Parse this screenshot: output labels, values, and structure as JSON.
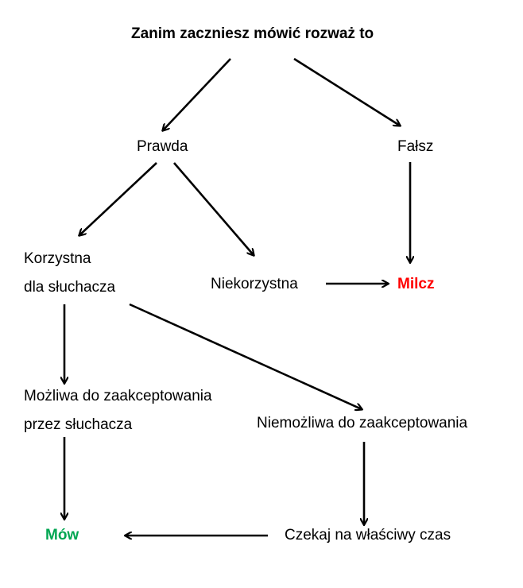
{
  "nodes": {
    "title": "Zanim zaczniesz mówić rozważ to",
    "prawda": "Prawda",
    "falsz": "Fałsz",
    "korzystna_line1": "Korzystna",
    "korzystna_line2": "dla słuchacza",
    "niekorzystna": "Niekorzystna",
    "milcz": "Milcz",
    "mozliwa_line1": "Możliwa do zaakceptowania",
    "mozliwa_line2": "przez słuchacza",
    "niemozliwa": "Niemożliwa do zaakceptowania",
    "mow": "Mów",
    "czekaj": "Czekaj na właściwy czas"
  },
  "colors": {
    "milcz": "#ff0000",
    "mow": "#00a651",
    "arrow": "#000000"
  },
  "edges": [
    {
      "from": "title",
      "to": "prawda"
    },
    {
      "from": "title",
      "to": "falsz"
    },
    {
      "from": "prawda",
      "to": "korzystna"
    },
    {
      "from": "prawda",
      "to": "niekorzystna"
    },
    {
      "from": "falsz",
      "to": "milcz"
    },
    {
      "from": "niekorzystna",
      "to": "milcz"
    },
    {
      "from": "korzystna",
      "to": "mozliwa"
    },
    {
      "from": "korzystna",
      "to": "niemozliwa"
    },
    {
      "from": "mozliwa",
      "to": "mow"
    },
    {
      "from": "niemozliwa",
      "to": "czekaj"
    },
    {
      "from": "czekaj",
      "to": "mow"
    }
  ]
}
